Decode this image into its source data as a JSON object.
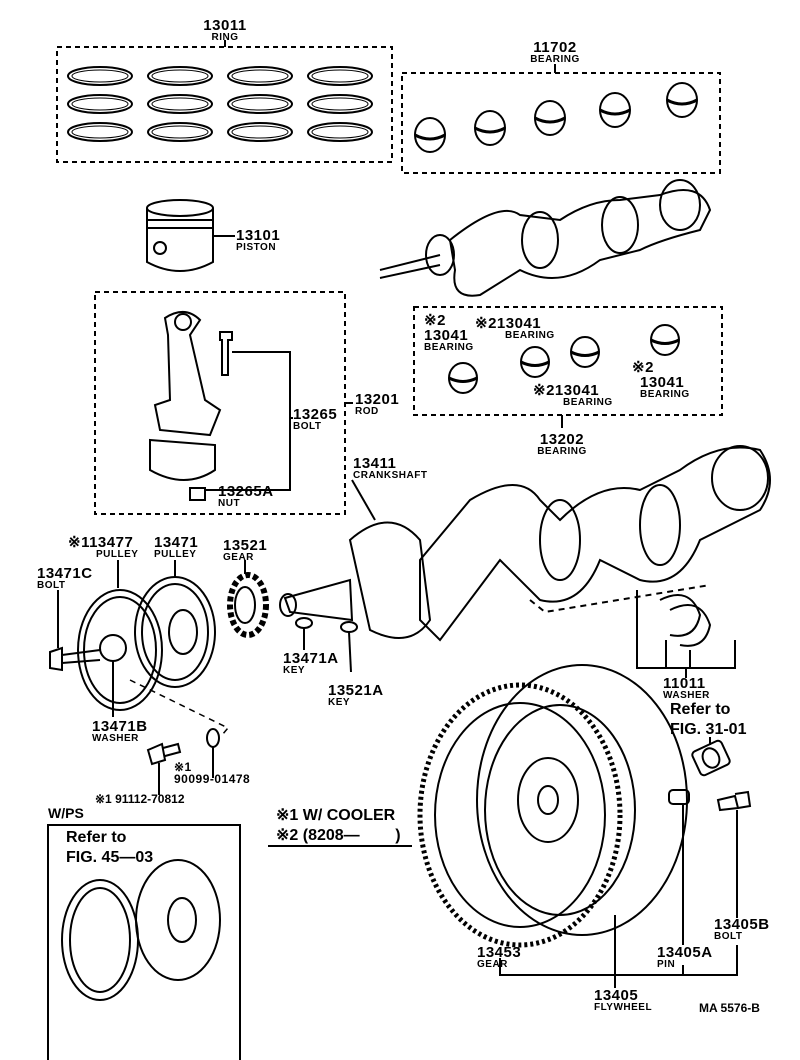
{
  "parts": {
    "ring": {
      "num": "13011",
      "name": "RING"
    },
    "bearing_main_set": {
      "num": "11702",
      "name": "BEARING"
    },
    "piston": {
      "num": "13101",
      "name": "PISTON"
    },
    "rod": {
      "num": "13201",
      "name": "ROD"
    },
    "rod_bolt": {
      "num": "13265",
      "name": "BOLT"
    },
    "rod_nut": {
      "num": "13265A",
      "name": "NUT"
    },
    "rod_bearing_1": {
      "mark": "※2",
      "num": "13041",
      "name": "BEARING"
    },
    "rod_bearing_2": {
      "mark": "※2",
      "num": "13041",
      "name": "BEARING"
    },
    "rod_bearing_3": {
      "mark": "※2",
      "num": "13041",
      "name": "BEARING"
    },
    "rod_bearing_4": {
      "mark": "※2",
      "num": "13041",
      "name": "BEARING"
    },
    "rod_bearing_set": {
      "num": "13202",
      "name": "BEARING"
    },
    "crankshaft": {
      "num": "13411",
      "name": "CRANKSHAFT"
    },
    "pulley_cooler": {
      "mark": "※1",
      "num": "13477",
      "name": "PULLEY"
    },
    "pulley": {
      "num": "13471",
      "name": "PULLEY"
    },
    "gear": {
      "num": "13521",
      "name": "GEAR"
    },
    "pulley_bolt": {
      "num": "13471C",
      "name": "BOLT"
    },
    "pulley_key": {
      "num": "13471A",
      "name": "KEY"
    },
    "gear_key": {
      "num": "13521A",
      "name": "KEY"
    },
    "pulley_washer": {
      "num": "13471B",
      "name": "WASHER"
    },
    "washer_90099": {
      "mark": "※1",
      "num": "90099-01478"
    },
    "bolt_91112": {
      "mark": "※1",
      "num": "91112-70812"
    },
    "thrust_washer": {
      "num": "11011",
      "name": "WASHER"
    },
    "flywheel_gear": {
      "num": "13453",
      "name": "GEAR"
    },
    "flywheel": {
      "num": "13405",
      "name": "FLYWHEEL"
    },
    "flywheel_pin": {
      "num": "13405A",
      "name": "PIN"
    },
    "flywheel_bolt": {
      "num": "13405B",
      "name": "BOLT"
    }
  },
  "refs": {
    "bearing_ref": {
      "line1": "Refer to",
      "line2": "FIG. 31-01"
    },
    "wps": {
      "title": "W/PS",
      "line1": "Refer to",
      "line2": "FIG. 45—03"
    }
  },
  "legend": {
    "note1": "※1 W/ COOLER",
    "note2": "※2 (8208—        )"
  },
  "figure_code": "MA  5576-B"
}
